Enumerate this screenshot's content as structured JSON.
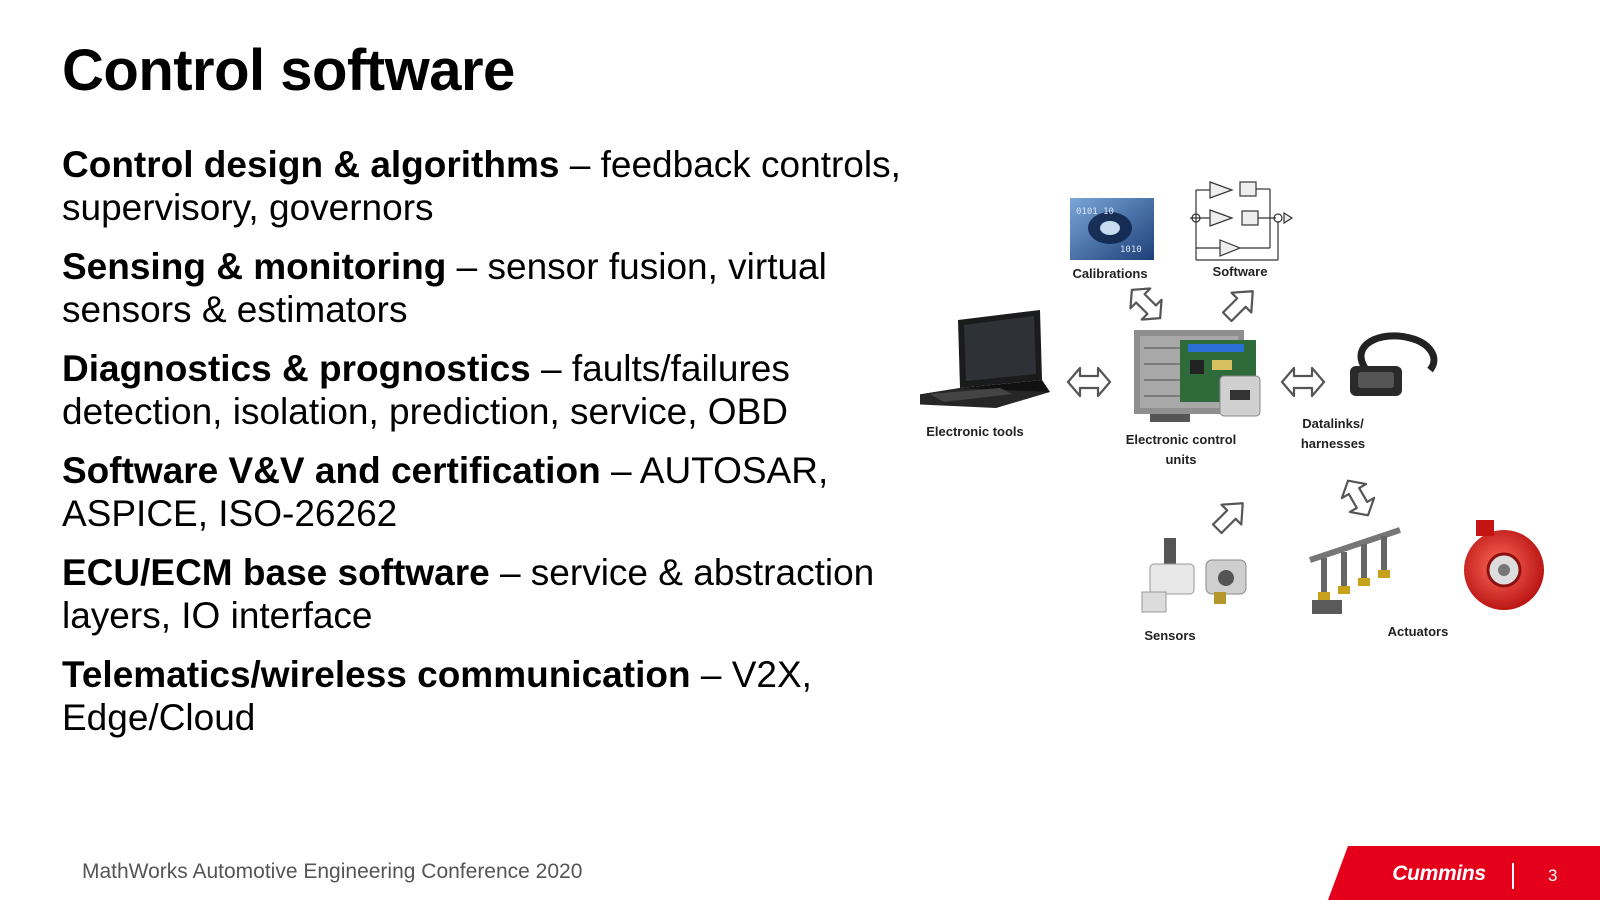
{
  "slide": {
    "title": "Control software",
    "bullets": [
      {
        "bold": "Control design & algorithms",
        "rest": " – feedback controls, supervisory, governors"
      },
      {
        "bold": "Sensing & monitoring",
        "rest": " – sensor fusion, virtual sensors & estimators"
      },
      {
        "bold": "Diagnostics & prognostics",
        "rest": " – faults/failures detection, isolation, prediction, service, OBD"
      },
      {
        "bold": "Software V&V and certification",
        "rest": " – AUTOSAR, ASPICE, ISO-26262"
      },
      {
        "bold": "ECU/ECM base software",
        "rest": " – service & abstraction layers, IO interface"
      },
      {
        "bold": "Telematics/wireless communication",
        "rest": " – V2X, Edge/Cloud"
      }
    ]
  },
  "diagram": {
    "labels": {
      "calibrations": "Calibrations",
      "software": "Software",
      "electronic_tools": "Electronic tools",
      "ecu_line1": "Electronic control",
      "ecu_line2": "units",
      "datalinks_line1": "Datalinks/",
      "datalinks_line2": "harnesses",
      "sensors": "Sensors",
      "actuators": "Actuators"
    }
  },
  "footer": {
    "conference": "MathWorks Automotive Engineering Conference 2020",
    "brand": "Cummins",
    "page_number": "3"
  },
  "colors": {
    "brand_red": "#e4001b"
  }
}
